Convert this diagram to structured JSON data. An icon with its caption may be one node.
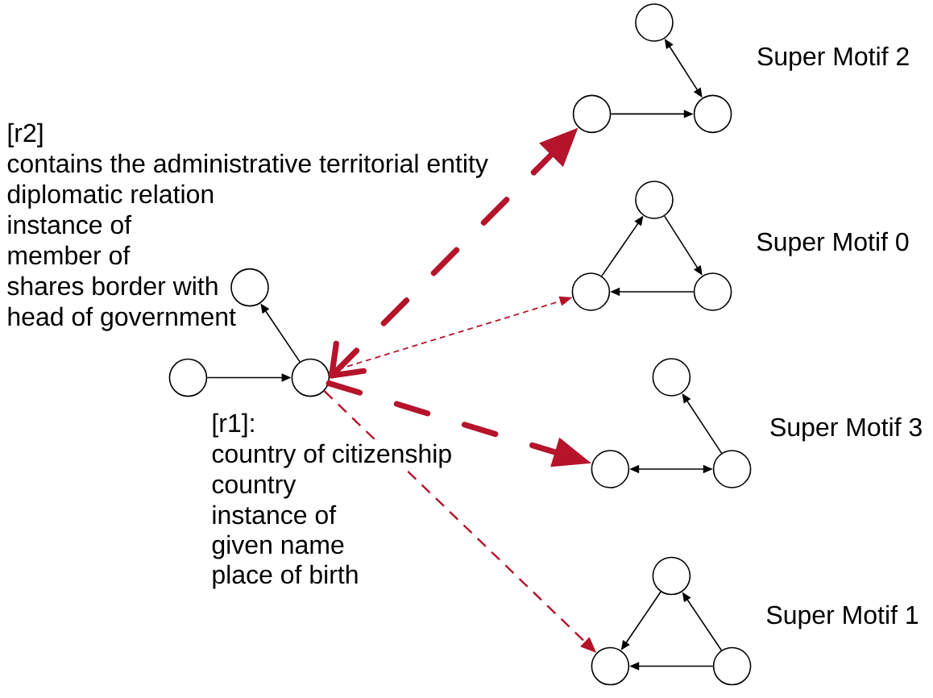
{
  "diagram": {
    "nodes": [
      {
        "text": [],
        "shape": "circle"
      },
      {
        "text": [],
        "shape": "circle"
      },
      {
        "text": [],
        "shape": "circle"
      },
      {
        "text": [],
        "shape": "circle"
      },
      {
        "text": [],
        "shape": "circle"
      },
      {
        "text": [],
        "shape": "circle"
      },
      {
        "text": [],
        "shape": "circle"
      },
      {
        "text": [],
        "shape": "circle"
      },
      {
        "text": [],
        "shape": "circle"
      },
      {
        "text": [],
        "shape": "circle"
      },
      {
        "text": [],
        "shape": "circle"
      },
      {
        "text": [],
        "shape": "circle"
      },
      {
        "text": [],
        "shape": "circle"
      },
      {
        "text": [],
        "shape": "circle"
      },
      {
        "text": [],
        "shape": "circle"
      }
    ],
    "edges": [
      {
        "from": 0,
        "to": 2,
        "arrow": "to"
      },
      {
        "from": 2,
        "to": 1,
        "arrow": "to"
      },
      {
        "from": 3,
        "to": 5,
        "arrow": "to"
      },
      {
        "from": 4,
        "to": 5,
        "arrow": "both"
      },
      {
        "from": 6,
        "to": 7,
        "arrow": "to"
      },
      {
        "from": 7,
        "to": 8,
        "arrow": "to"
      },
      {
        "from": 8,
        "to": 6,
        "arrow": "to"
      },
      {
        "from": 9,
        "to": 11,
        "arrow": "both"
      },
      {
        "from": 11,
        "to": 10,
        "arrow": "to"
      },
      {
        "from": 13,
        "to": 12,
        "arrow": "to"
      },
      {
        "from": 14,
        "to": 13,
        "arrow": "to"
      },
      {
        "from": 14,
        "to": 12,
        "arrow": "to"
      },
      {
        "from": 2,
        "to": 3,
        "arrow": "both",
        "style": "dashed",
        "color": "#b5142b"
      },
      {
        "from": 2,
        "to": 6,
        "arrow": "to",
        "style": "dashed",
        "color": "#b5142b"
      },
      {
        "from": 2,
        "to": 9,
        "arrow": "to",
        "style": "dashed",
        "color": "#b5142b"
      },
      {
        "from": 2,
        "to": 12,
        "arrow": "to",
        "style": "dashed",
        "color": "#b5142b"
      }
    ],
    "labels": [
      "[r2]",
      "contains the administrative territorial entity",
      "diplomatic relation",
      "instance of",
      "member of",
      "shares border with",
      "head of government",
      "[r1]:",
      "country of citizenship",
      "country",
      "instance of",
      "given name",
      "place of birth",
      "Super Motif 2",
      "Super Motif 0",
      "Super Motif 3",
      "Super Motif 1"
    ]
  }
}
